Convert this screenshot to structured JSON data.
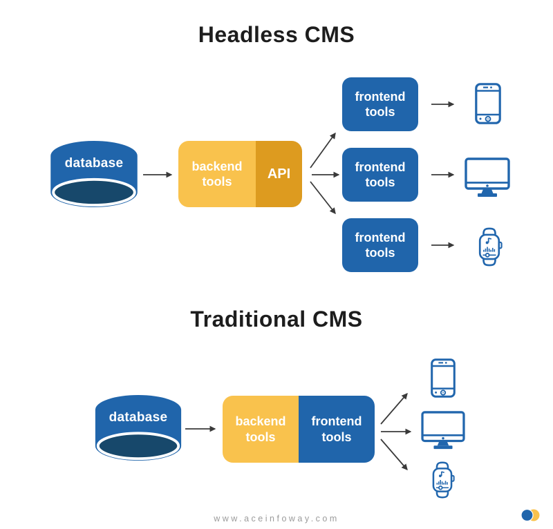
{
  "headless": {
    "title": "Headless CMS",
    "database_label": "database",
    "backend_tools_label": "backend tools",
    "api_label": "API",
    "frontend_boxes": [
      "frontend tools",
      "frontend tools",
      "frontend tools"
    ],
    "devices": [
      "smartphone",
      "desktop-monitor",
      "smartwatch"
    ]
  },
  "traditional": {
    "title": "Traditional CMS",
    "database_label": "database",
    "backend_tools_label": "backend tools",
    "frontend_tools_label": "frontend tools",
    "devices": [
      "smartphone",
      "desktop-monitor",
      "smartwatch"
    ]
  },
  "footer": {
    "website_url": "www.aceinfoway.com"
  },
  "colors": {
    "box_blue": "#2065ab",
    "database_navy": "#17486b",
    "backend_yellow": "#f9c24d",
    "api_orange": "#dd9b1f",
    "arrow_gray": "#3a3a3a",
    "title_text": "#1d1d1d",
    "footer_text": "#9b9b9b",
    "icon_blue": "#2166ad",
    "logo_blue": "#2065ab",
    "logo_yellow": "#f9c24d"
  }
}
